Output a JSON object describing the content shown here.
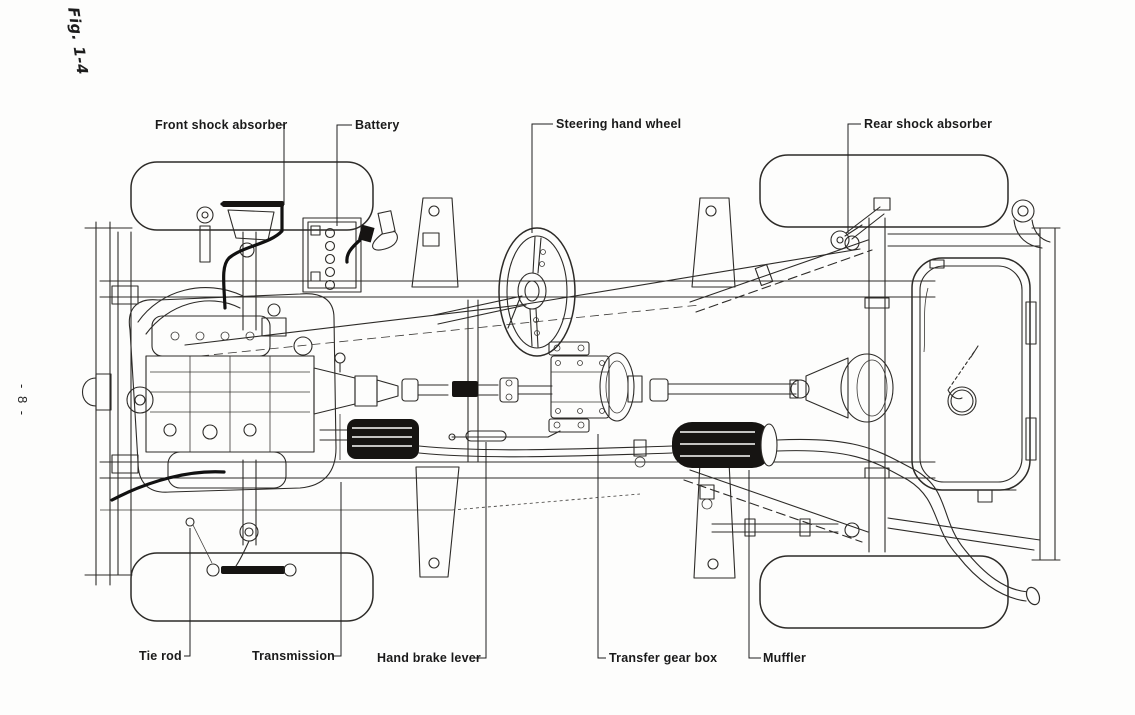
{
  "figure": {
    "id": "Fig. 1-4",
    "page": "- 8 -"
  },
  "diagram": {
    "ink_color": "#2d2b28",
    "paper_color": "#fdfdfc",
    "labels": [
      {
        "id": "front-shock-absorber",
        "text": "Front shock absorber"
      },
      {
        "id": "battery",
        "text": "Battery"
      },
      {
        "id": "steering-hand-wheel",
        "text": "Steering hand wheel"
      },
      {
        "id": "rear-shock-absorber",
        "text": "Rear shock absorber"
      },
      {
        "id": "tie-rod",
        "text": "Tie rod"
      },
      {
        "id": "transmission",
        "text": "Transmission"
      },
      {
        "id": "hand-brake-lever",
        "text": "Hand brake lever"
      },
      {
        "id": "transfer-gear-box",
        "text": "Transfer gear box"
      },
      {
        "id": "muffler",
        "text": "Muffler"
      }
    ]
  }
}
